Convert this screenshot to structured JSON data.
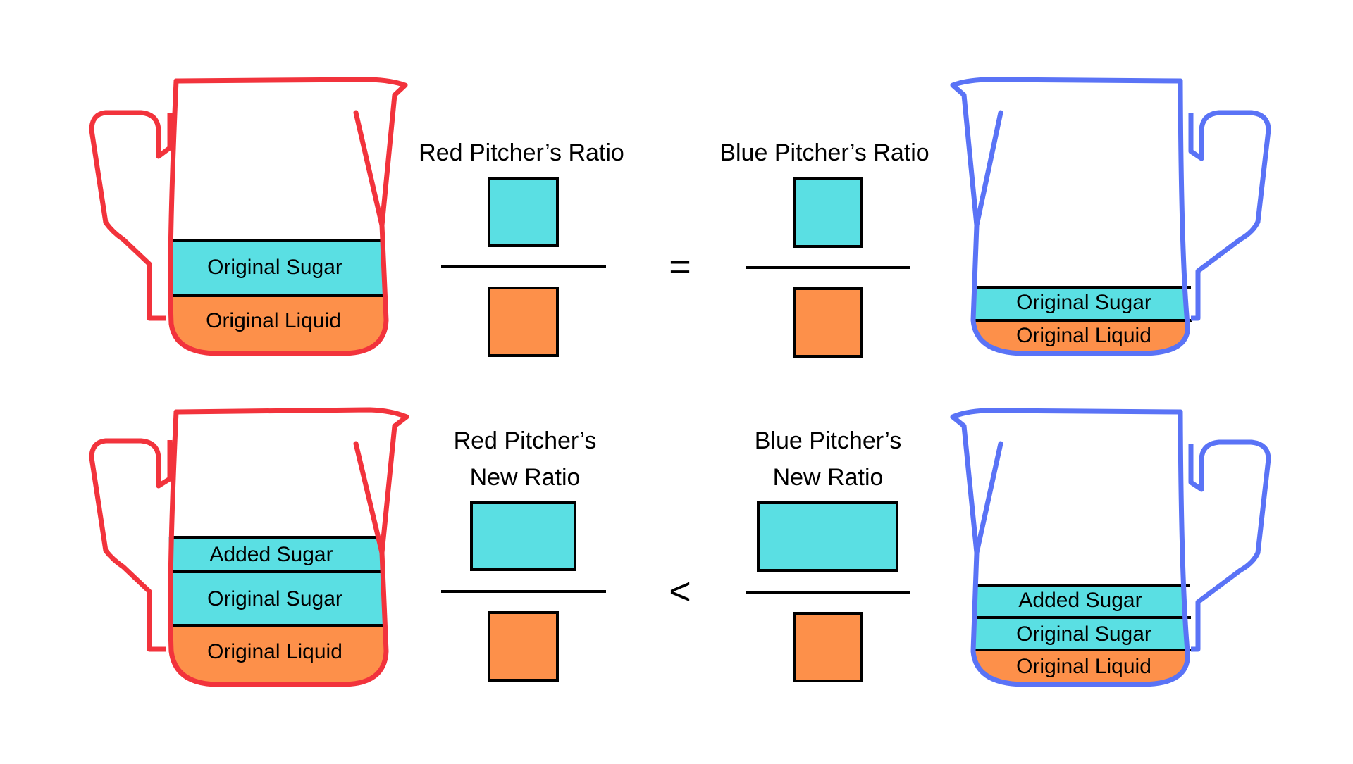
{
  "colors": {
    "red": "#f2333c",
    "blue": "#5a73f6",
    "sugar": "#5adfe3",
    "liquid": "#fd904a",
    "ink": "#000000"
  },
  "ratios": {
    "red_original": "Red Pitcher’s Ratio",
    "blue_original": "Blue Pitcher’s Ratio",
    "red_new_line1": "Red Pitcher’s",
    "red_new_line2": "New Ratio",
    "blue_new_line1": "Blue Pitcher’s",
    "blue_new_line2": "New Ratio"
  },
  "comparisons": {
    "top": "=",
    "bottom": "<"
  },
  "pitchers": {
    "red_top": {
      "sugar": "Original Sugar",
      "liquid": "Original Liquid"
    },
    "blue_top": {
      "sugar": "Original Sugar",
      "liquid": "Original Liquid"
    },
    "red_bottom": {
      "added": "Added Sugar",
      "sugar": "Original Sugar",
      "liquid": "Original Liquid"
    },
    "blue_bottom": {
      "added": "Added Sugar",
      "sugar": "Original Sugar",
      "liquid": "Original Liquid"
    }
  }
}
